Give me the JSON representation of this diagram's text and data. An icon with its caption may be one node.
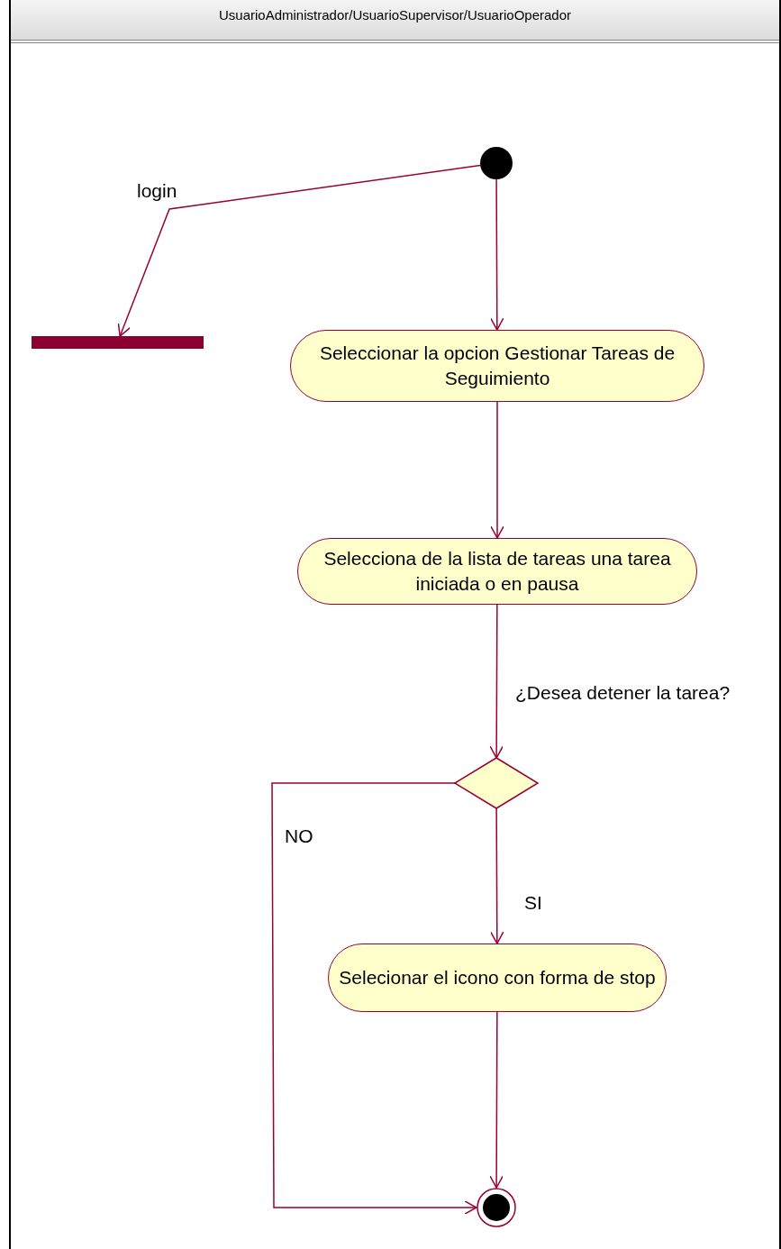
{
  "diagram": {
    "nodes": [
      {
        "text": [
          "UsuarioAdministrador/UsuarioSupervisor/UsuarioOperador"
        ]
      },
      {
        "text": [],
        "shape": "circle",
        "in": 0
      },
      {
        "text": [],
        "shape": "bar",
        "in": 0
      },
      {
        "text": [
          "Seleccionar la opcion Gestionar Tareas de Seguimiento"
        ],
        "in": 0
      },
      {
        "text": [
          "Selecciona de la lista de tareas una tarea iniciada o en pausa"
        ],
        "in": 0
      },
      {
        "text": [],
        "shape": "diamond",
        "in": 0
      },
      {
        "text": [
          "Selecionar el icono con forma de stop"
        ],
        "in": 0
      },
      {
        "text": [],
        "shape": "bullseye",
        "in": 0
      }
    ],
    "edges": [
      {
        "from": 1,
        "to": 2,
        "arrow": "to",
        "label": "login"
      },
      {
        "from": 1,
        "to": 3,
        "arrow": "to"
      },
      {
        "from": 3,
        "to": 4,
        "arrow": "to"
      },
      {
        "from": 4,
        "to": 5,
        "arrow": "to",
        "label": "¿Desea detener la tarea?"
      },
      {
        "from": 5,
        "to": 6,
        "arrow": "to",
        "label": "SI"
      },
      {
        "from": 5,
        "to": 7,
        "arrow": "to",
        "label": "NO"
      },
      {
        "from": 6,
        "to": 7,
        "arrow": "to"
      }
    ]
  }
}
